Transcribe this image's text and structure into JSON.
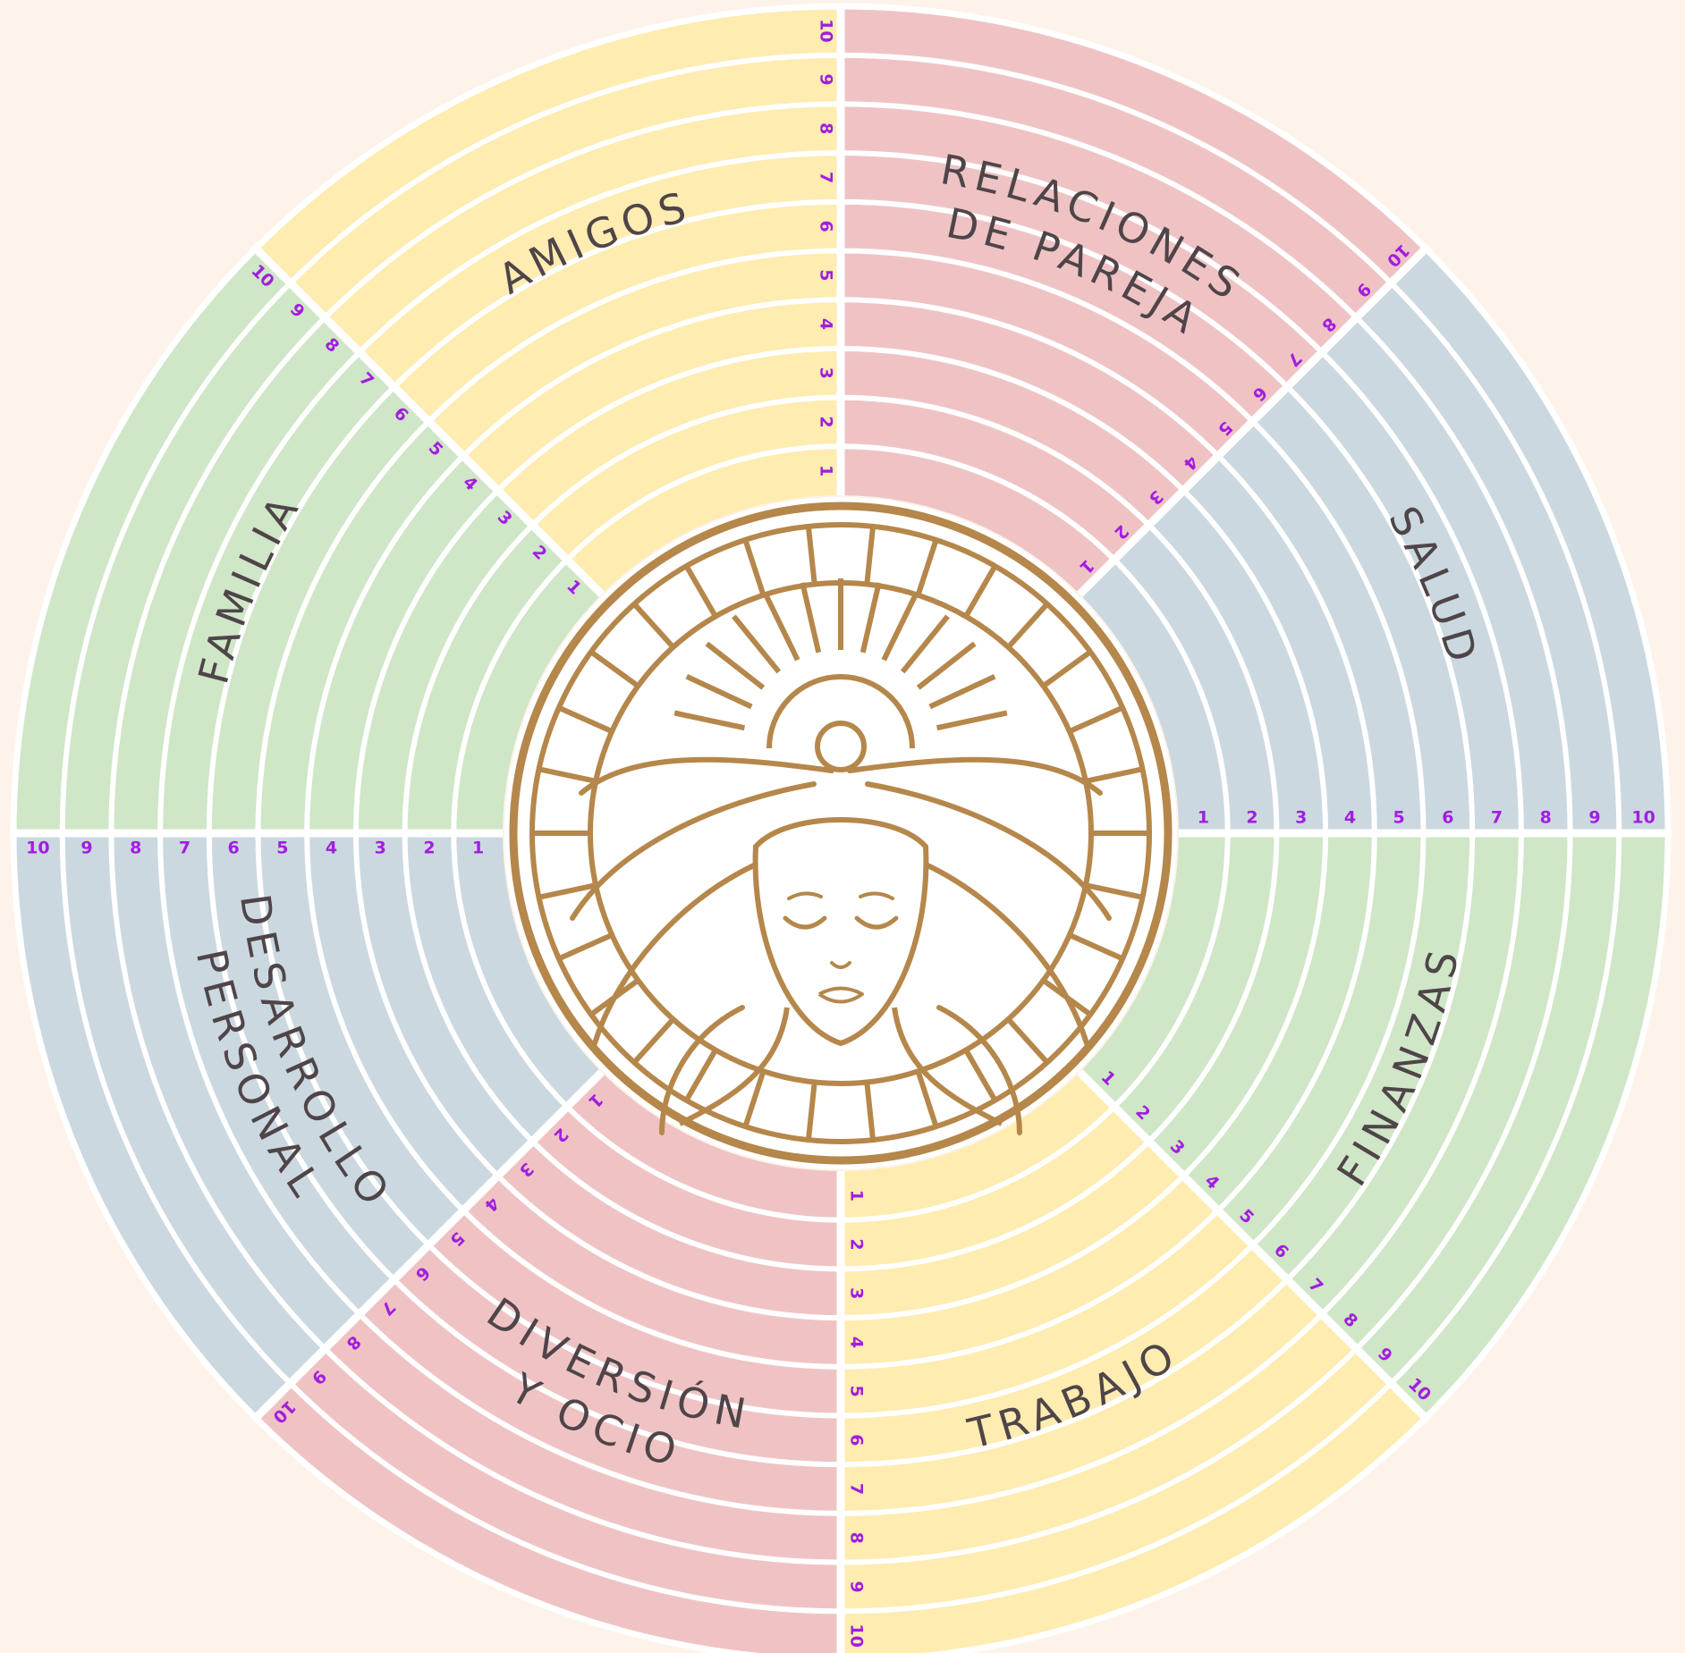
{
  "colors": {
    "background": "#fdf3ea",
    "separator": "#ffffff",
    "label_text": "#4f4549",
    "scale_numbers": "#a21de0",
    "emblem_stroke": "#b5874b",
    "emblem_fill": "#ffffff"
  },
  "wheel": {
    "levels": [
      "1",
      "2",
      "3",
      "4",
      "5",
      "6",
      "7",
      "8",
      "9",
      "10"
    ],
    "segments": [
      {
        "id": "relaciones",
        "label_lines": [
          "RELACIONES",
          "DE PAREJA"
        ],
        "color": "#efc3c4"
      },
      {
        "id": "salud",
        "label_lines": [
          "SALUD"
        ],
        "color": "#cbd8df"
      },
      {
        "id": "finanzas",
        "label_lines": [
          "FINANZAS"
        ],
        "color": "#cfe6c7"
      },
      {
        "id": "trabajo",
        "label_lines": [
          "TRABAJO"
        ],
        "color": "#feecb0"
      },
      {
        "id": "diversion",
        "label_lines": [
          "DIVERSIÓN",
          "Y OCIO"
        ],
        "color": "#efc3c4"
      },
      {
        "id": "desarrollo",
        "label_lines": [
          "DESARROLLO",
          "PERSONAL"
        ],
        "color": "#cbd8df"
      },
      {
        "id": "familia",
        "label_lines": [
          "FAMILIA"
        ],
        "color": "#cfe6c7"
      },
      {
        "id": "amigos",
        "label_lines": [
          "AMIGOS"
        ],
        "color": "#feecb0"
      }
    ]
  },
  "emblem": {
    "icon": "woman-sunburst-emblem-icon"
  }
}
